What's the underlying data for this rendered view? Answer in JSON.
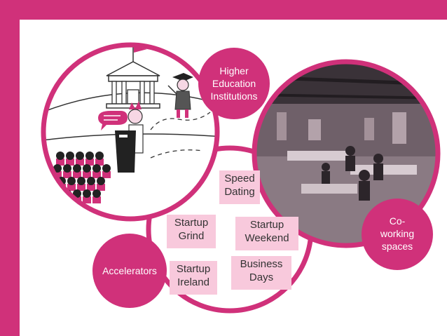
{
  "labels": {
    "higher_education": "Higher\nEducation\nInstitutions",
    "coworking": "Co-\nworking\nspaces",
    "accelerators": "Accelerators"
  },
  "events": {
    "speed_dating": "Speed\nDating",
    "startup_grind": "Startup\nGrind",
    "startup_weekend": "Startup\nWeekend",
    "business_days": "Business\nDays",
    "startup_ireland": "Startup\nIreland"
  },
  "colors": {
    "brand": "#d0317a",
    "tag": "#f8c9dc",
    "background": "#ffffff"
  }
}
